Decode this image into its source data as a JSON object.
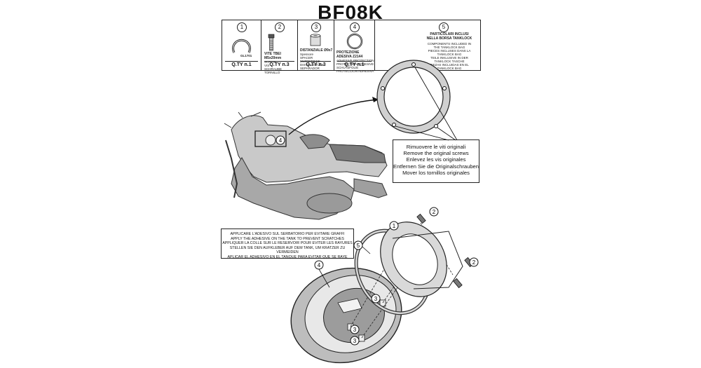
{
  "title": "BF08K",
  "parts": [
    {
      "num": "1",
      "name": "GL1701",
      "desc": "",
      "qty": "Q.TY n.1"
    },
    {
      "num": "2",
      "name": "VITE TBEI M5x20mm",
      "desc": "SCREW\nVIS\nSCHRAUBE\nTORNILLO",
      "qty": "Q.TY n.3"
    },
    {
      "num": "3",
      "name": "DISTANZIALE Ø9x7",
      "desc": "Spessore\nSPACER\nENTRETOISE\nDISTANZSTÜCK\nSEPARADOR",
      "qty": "Q.TY n.3"
    },
    {
      "num": "4",
      "name": "PROTEZIONE ADESIVA Z2144",
      "desc": "ADHESIVE PROTECTION\nPROTECTION ADHESIVE\nSCHUTZFOLIE\nPROTECCION ADHESIVA",
      "qty": "Q.TY n.1"
    },
    {
      "num": "5",
      "name": "PARTICOLARI INCLUSI NELLA BORSA TANKLOCK",
      "desc": "COMPONENTS INCLUDED IN THE TANKLOCK BAG\nPIECES INCLUSES DANS LA TANKLOCK BAG\nTEILE INKLUSIVE IN DER TANKLOCK TASCHE\nPIEZAS INCLUIDAS EN EL TANKLOCK BAG",
      "qty": ""
    }
  ],
  "screw_callout": [
    "Rimuovere le viti originali",
    "Remove the original screws",
    "Enlevez  les vis originales",
    "Entfernen Sie die Originalschrauben",
    "Mover los tornillos originales"
  ],
  "adhesive_note": [
    "APPLICARE L'ADESIVO SUL SERBATORIO PER EVITARE GRAFFI",
    "APPLY THE ADHESIVE ON THE TANK TO PREVENT SCRATCHES",
    "APPLIQUER LA COLLE SUR LE RESERVOIR POUR EVITER LES RAYURES",
    "STELLEN SIE DEN AUFKLEBER AUF DEM TANK, UM KRATZER ZU VERMEIDEN",
    "APLICAR EL ADHESIVO EN EL TANQUE PARA EVITAR QUE SE RAYE"
  ],
  "callout_numbers": {
    "detail": "4",
    "n1": "1",
    "n2": "2",
    "n3": "3",
    "n4": "4",
    "n5": "5"
  }
}
